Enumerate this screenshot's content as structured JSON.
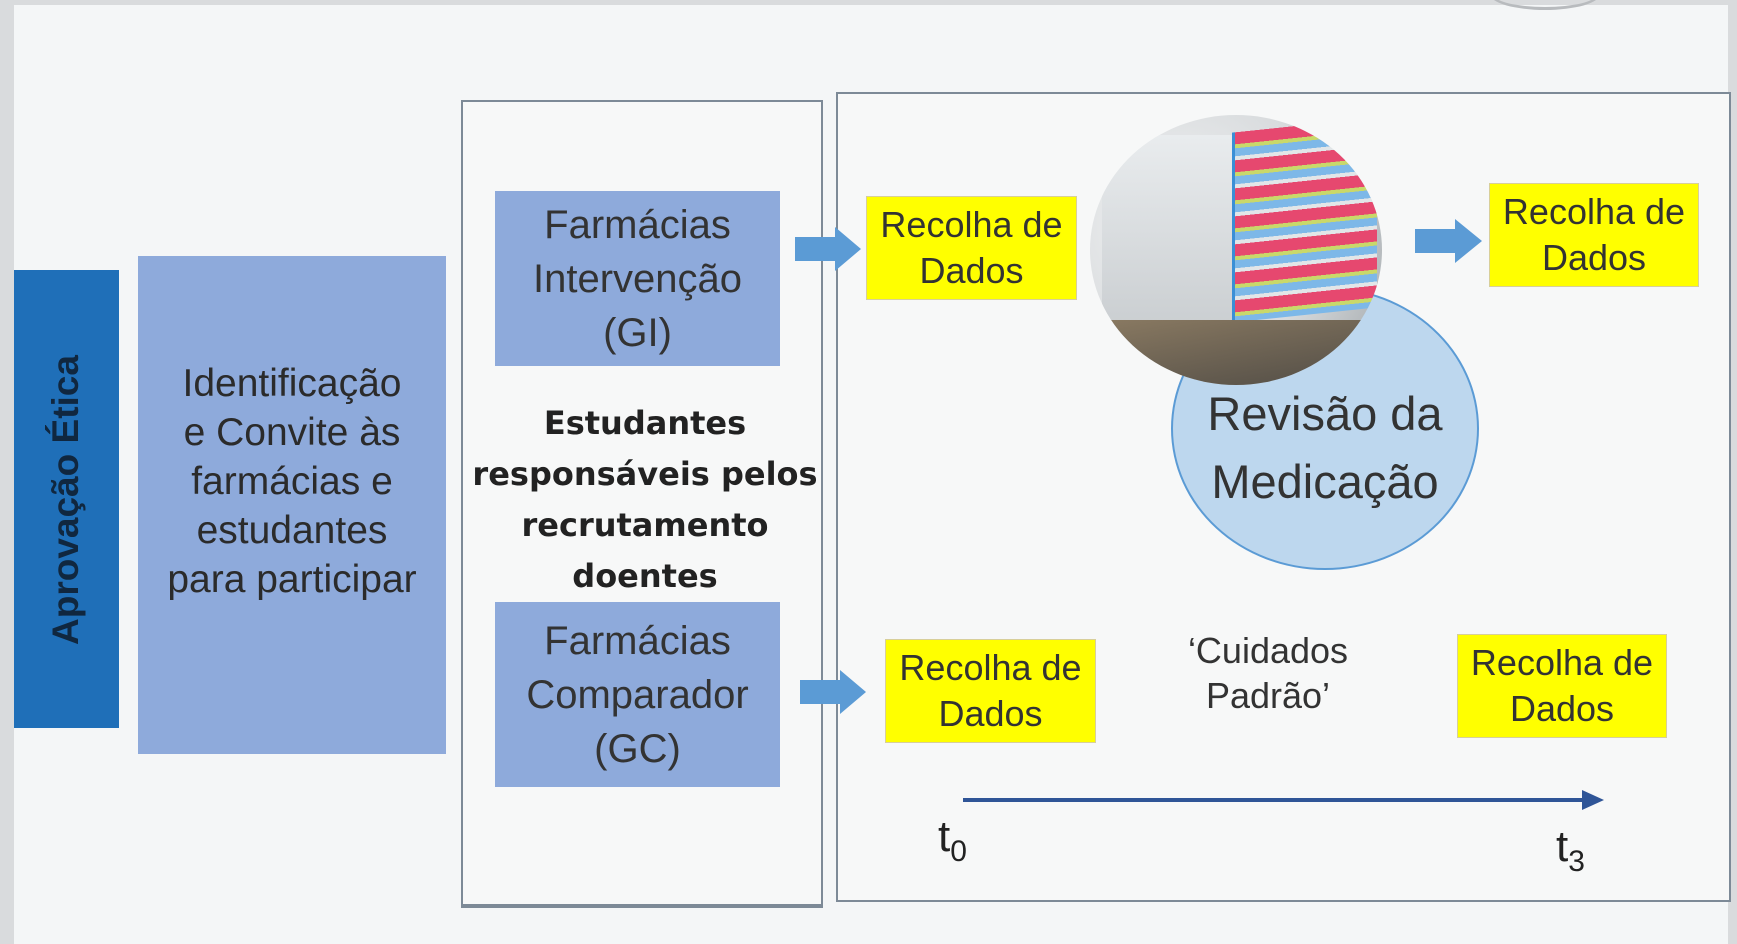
{
  "ethics": {
    "label": "Aprovação Ética"
  },
  "invite": {
    "lines": [
      "Identificação",
      "e Convite às",
      "farmácias e",
      "estudantes",
      "para participar"
    ]
  },
  "groups": {
    "intervention": {
      "lines": [
        "Farmácias",
        "Intervenção",
        "(GI)"
      ]
    },
    "comparator": {
      "lines": [
        "Farmácias",
        "Comparador",
        "(GC)"
      ]
    }
  },
  "students": {
    "lines": [
      "Estudantes",
      "responsáveis pelos",
      "recrutamento",
      "doentes"
    ]
  },
  "data_collection": {
    "lines": [
      "Recolha de",
      "Dados"
    ]
  },
  "medication_review": {
    "lines": [
      "Revisão da",
      "Medicação"
    ]
  },
  "standard_care": {
    "lines": [
      "‘Cuidados",
      "Padrão’"
    ]
  },
  "timeline": {
    "start": "t",
    "start_sub": "0",
    "end": "t",
    "end_sub": "3"
  },
  "colors": {
    "ethics": "#1f6fb8",
    "box": "#8eaadb",
    "data": "#ffff00",
    "arrow": "#5b9bd5",
    "timeline": "#2f5597",
    "review": "#bdd7ee"
  },
  "icons": [
    "pharmacy-photo"
  ]
}
